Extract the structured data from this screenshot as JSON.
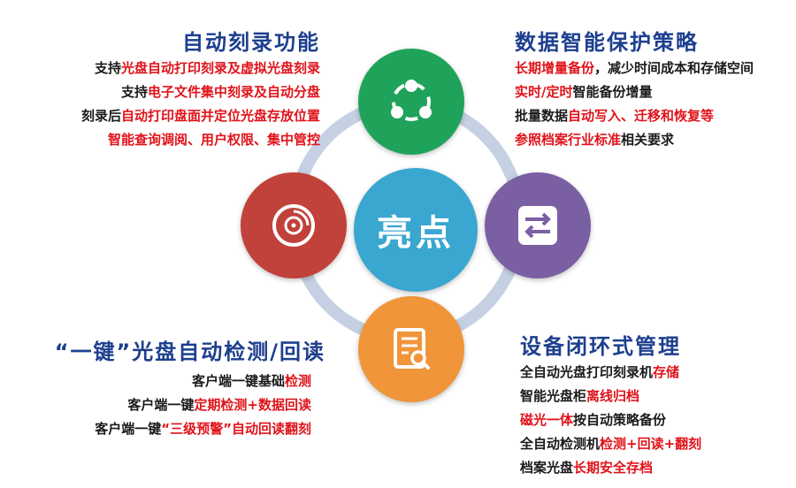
{
  "center": {
    "label": "亮点"
  },
  "colors": {
    "heading": "#1d3f8f",
    "highlight": "#e0131a",
    "text": "#1a1a1a",
    "ring": "#c5d1e3",
    "center": "#3aa7d0",
    "top": "#1fa35a",
    "left": "#c0423b",
    "right": "#7a5fa3",
    "bottom": "#f0953a"
  },
  "icons": {
    "top": "share-network-icon",
    "left": "disc-icon",
    "right": "swap-arrows-icon",
    "bottom": "document-search-icon"
  },
  "sections": {
    "top_left": {
      "title": "自动刻录功能",
      "lines": [
        [
          {
            "t": "支持",
            "red": false
          },
          {
            "t": "光盘自动打印刻录及虚拟光盘刻录",
            "red": true
          }
        ],
        [
          {
            "t": "支持",
            "red": false
          },
          {
            "t": "电子文件集中刻录及自动分盘",
            "red": true
          }
        ],
        [
          {
            "t": "刻录后",
            "red": false
          },
          {
            "t": "自动打印盘面并定位光盘存放位置",
            "red": true
          }
        ],
        [
          {
            "t": "智能查询调阅、用户权限、集中管控",
            "red": true
          }
        ]
      ]
    },
    "top_right": {
      "title": "数据智能保护策略",
      "lines": [
        [
          {
            "t": "长期增量备份",
            "red": true
          },
          {
            "t": "，减少时间成本和存储空间",
            "red": false
          }
        ],
        [
          {
            "t": "实时/定时",
            "red": true
          },
          {
            "t": "智能备份增量",
            "red": false
          }
        ],
        [
          {
            "t": "批量数据",
            "red": false
          },
          {
            "t": "自动写入、迁移和恢复等",
            "red": true
          }
        ],
        [
          {
            "t": "参照档案行业标准",
            "red": true
          },
          {
            "t": "相关要求",
            "red": false
          }
        ]
      ]
    },
    "bottom_left": {
      "title": "“一键”光盘自动检测/回读",
      "lines": [
        [
          {
            "t": "客户端一键基础",
            "red": false
          },
          {
            "t": "检测",
            "red": true
          }
        ],
        [
          {
            "t": "客户端一键",
            "red": false
          },
          {
            "t": "定期检测+数据回读",
            "red": true
          }
        ],
        [
          {
            "t": "客户端一键",
            "red": false
          },
          {
            "t": "“三级预警”自动回读翻刻",
            "red": true
          }
        ]
      ]
    },
    "bottom_right": {
      "title": "设备闭环式管理",
      "lines": [
        [
          {
            "t": "全自动光盘打印刻录机",
            "red": false
          },
          {
            "t": "存储",
            "red": true
          }
        ],
        [
          {
            "t": "智能光盘柜",
            "red": false
          },
          {
            "t": "离线归档",
            "red": true
          }
        ],
        [
          {
            "t": "磁光一体",
            "red": true
          },
          {
            "t": "按自动策略备份",
            "red": false
          }
        ],
        [
          {
            "t": "全自动检测机",
            "red": false
          },
          {
            "t": "检测+回读+翻刻",
            "red": true
          }
        ],
        [
          {
            "t": "档案光盘",
            "red": false
          },
          {
            "t": "长期安全存档",
            "red": true
          }
        ]
      ]
    }
  }
}
